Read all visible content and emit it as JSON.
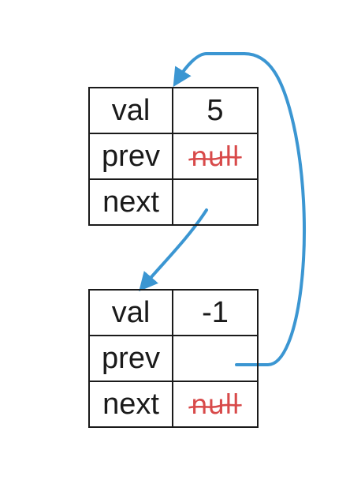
{
  "nodes": [
    {
      "rows": [
        {
          "key": "val",
          "value": "5",
          "struck": false
        },
        {
          "key": "prev",
          "value": "null",
          "struck": true
        },
        {
          "key": "next",
          "value": "",
          "struck": false
        }
      ]
    },
    {
      "rows": [
        {
          "key": "val",
          "value": "-1",
          "struck": false
        },
        {
          "key": "prev",
          "value": "",
          "struck": false
        },
        {
          "key": "next",
          "value": "null",
          "struck": true
        }
      ]
    }
  ],
  "colors": {
    "text": "#1a1a1a",
    "border": "#1a1a1a",
    "arrow": "#3b96d2",
    "strikethrough": "#d84a4a"
  }
}
